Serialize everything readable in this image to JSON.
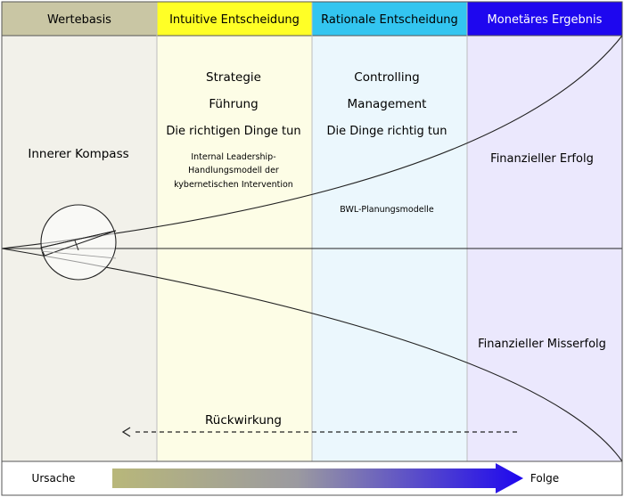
{
  "columns": [
    {
      "label": "Wertebasis",
      "header_color": "#c9c6a4",
      "body_color": "#f2f1ea",
      "text_color": "#000000"
    },
    {
      "label": "Intuitive Entscheidung",
      "header_color": "#ffff26",
      "body_color": "#fdfde6",
      "text_color": "#000000"
    },
    {
      "label": "Rationale Entscheidung",
      "header_color": "#33c5f0",
      "body_color": "#ebf7fd",
      "text_color": "#000000"
    },
    {
      "label": "Monetäres Ergebnis",
      "header_color": "#1e07ef",
      "body_color": "#ebe8fd",
      "text_color": "#ffffff"
    }
  ],
  "wertebasis": {
    "label": "Innerer Kompass"
  },
  "intuitive": {
    "line1": "Strategie",
    "line2": "Führung",
    "line3": "Die richtigen Dinge tun",
    "small1": "Internal Leadership-",
    "small2": "Handlungsmodell der",
    "small3": "kybernetischen Intervention"
  },
  "rational": {
    "line1": "Controlling",
    "line2": "Management",
    "line3": "Die Dinge richtig tun",
    "small": "BWL-Planungsmodelle"
  },
  "monetary": {
    "success": "Finanzieller Erfolg",
    "failure": "Finanzieller Misserfolg"
  },
  "feedback": {
    "label": "Rückwirkung"
  },
  "footer": {
    "left": "Ursache",
    "right": "Folge",
    "gradient_start": "#b8b77a",
    "gradient_end": "#1e07ef"
  }
}
